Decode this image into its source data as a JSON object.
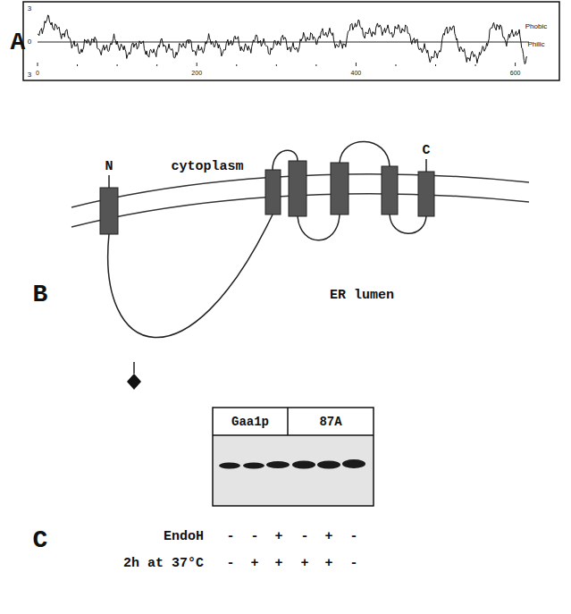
{
  "diagram": {
    "labels": [
      "A",
      "3",
      "0",
      "3",
      "Phobic",
      "Philic",
      "0",
      "200",
      "400",
      "600",
      "B",
      "cytoplasm",
      "N",
      "C",
      "ER lumen",
      "C",
      "Gaa1p",
      "87A",
      "EndoH",
      "-",
      "-",
      "+",
      "-",
      "+",
      "-",
      "2h at 37°C",
      "-",
      "+",
      "+",
      "+",
      "+",
      "-"
    ]
  }
}
